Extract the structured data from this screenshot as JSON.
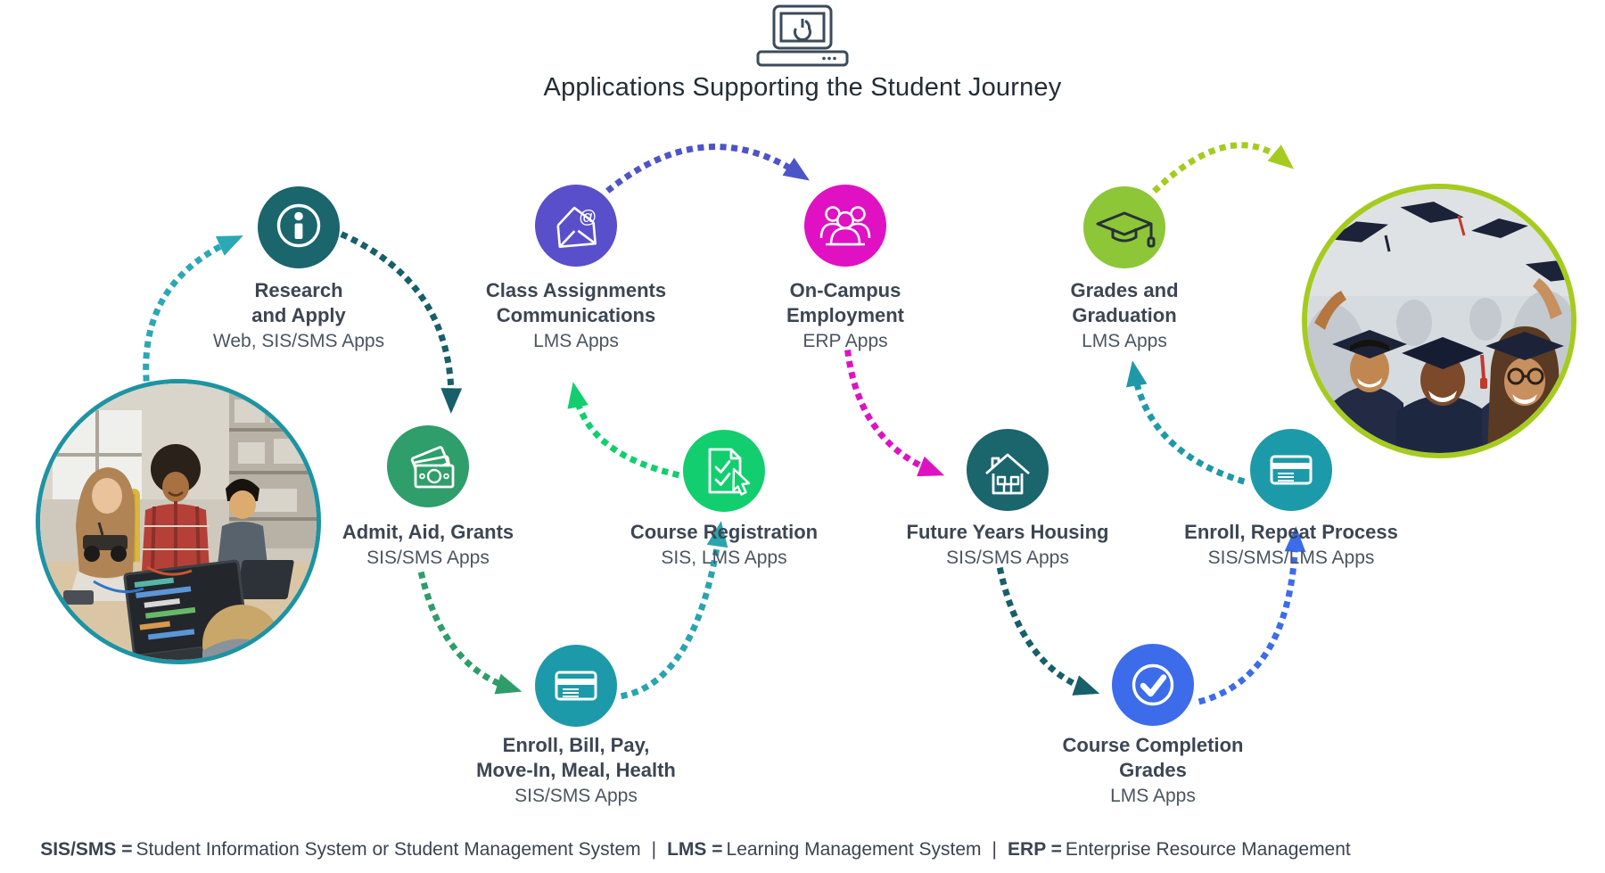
{
  "header": {
    "title": "Applications Supporting the Student Journey",
    "icon": "laptop-power-icon"
  },
  "nodes": [
    {
      "id": "research",
      "name": "Research\nand Apply",
      "apps": "Web, SIS/SMS Apps",
      "icon": "info-icon",
      "color": "#1b656d"
    },
    {
      "id": "class-assignments",
      "name": "Class Assignments\nCommunications",
      "apps": "LMS Apps",
      "icon": "email-at-icon",
      "color": "#5a4fca"
    },
    {
      "id": "on-campus-employment",
      "name": "On-Campus\nEmployment",
      "apps": "ERP Apps",
      "icon": "people-icon",
      "color": "#df11c3"
    },
    {
      "id": "grades-graduation",
      "name": "Grades and\nGraduation",
      "apps": "LMS Apps",
      "icon": "graduation-cap-icon",
      "color": "#8dc637"
    },
    {
      "id": "admit-aid-grants",
      "name": "Admit, Aid, Grants",
      "apps": "SIS/SMS Apps",
      "icon": "money-icon",
      "color": "#2f9e6a"
    },
    {
      "id": "course-registration",
      "name": "Course Registration",
      "apps": "SIS, LMS Apps",
      "icon": "registration-doc-icon",
      "color": "#12ce6f"
    },
    {
      "id": "future-years-housing",
      "name": "Future Years Housing",
      "apps": "SIS/SMS Apps",
      "icon": "house-icon",
      "color": "#1b656d"
    },
    {
      "id": "enroll-repeat",
      "name": "Enroll, Repeat Process",
      "apps": "SIS/SMS/LMS Apps",
      "icon": "credit-card-icon",
      "color": "#1d9aa9"
    },
    {
      "id": "enroll-bill-pay",
      "name": "Enroll, Bill, Pay,\nMove-In, Meal, Health",
      "apps": "SIS/SMS Apps",
      "icon": "credit-card-icon",
      "color": "#1d9aa9"
    },
    {
      "id": "course-completion",
      "name": "Course Completion\nGrades",
      "apps": "LMS Apps",
      "icon": "check-circle-icon",
      "color": "#3c6cea"
    }
  ],
  "arrows": [
    {
      "from": "prospective-students-photo",
      "to": "research",
      "color": "#2ba7b5"
    },
    {
      "from": "research",
      "to": "admit-aid-grants",
      "color": "#175f69"
    },
    {
      "from": "admit-aid-grants",
      "to": "enroll-bill-pay",
      "color": "#2d9d69"
    },
    {
      "from": "enroll-bill-pay",
      "to": "course-registration",
      "color": "#2aa4af"
    },
    {
      "from": "course-registration",
      "to": "class-assignments",
      "color": "#12ce6f"
    },
    {
      "from": "class-assignments",
      "to": "on-campus-employment",
      "color": "#4d54c8"
    },
    {
      "from": "on-campus-employment",
      "to": "future-years-housing",
      "color": "#df11c3"
    },
    {
      "from": "future-years-housing",
      "to": "course-completion",
      "color": "#175f69"
    },
    {
      "from": "course-completion",
      "to": "enroll-repeat",
      "color": "#3c6cea"
    },
    {
      "from": "enroll-repeat",
      "to": "grades-graduation",
      "color": "#1f98a7"
    },
    {
      "from": "grades-graduation",
      "to": "graduates-photo",
      "color": "#a6cb1f"
    }
  ],
  "photos": [
    {
      "id": "prospective-students-photo",
      "border_color": "#1d93a3"
    },
    {
      "id": "graduates-photo",
      "border_color": "#a6cb1f"
    }
  ],
  "legend": {
    "separator": "|",
    "items": [
      {
        "abbr": "SIS/SMS =",
        "definition": "Student Information System or Student Management System"
      },
      {
        "abbr": "LMS =",
        "definition": "Learning Management System"
      },
      {
        "abbr": "ERP =",
        "definition": "Enterprise Resource Management"
      }
    ]
  },
  "colors": {
    "title_text": "#232d37",
    "node_name_text": "#3c4653",
    "node_apps_text": "#4a5560",
    "laptop_icon": "#3b4b5a",
    "grad_cap_stroke": "#263238"
  }
}
